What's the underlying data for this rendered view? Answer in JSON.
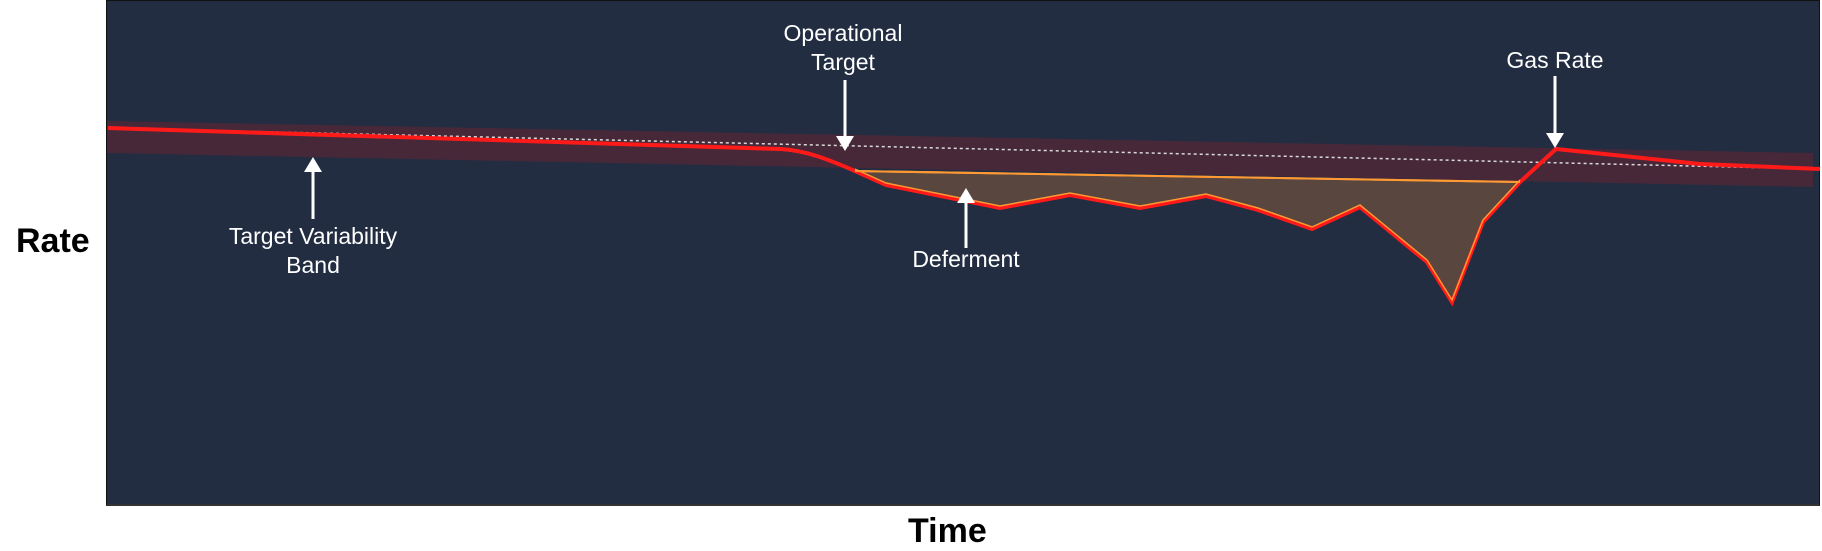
{
  "chart_data": {
    "type": "line",
    "title": "",
    "xlabel": "Time",
    "ylabel": "Rate",
    "grid": false,
    "legend": null,
    "series": [
      {
        "name": "Gas Rate",
        "color": "#ff1a1a",
        "description": "Actual gas rate; dips below target band (deferment) then recovers above target"
      },
      {
        "name": "Operational Target",
        "color": "#d9d9d9",
        "style": "dotted",
        "description": "Slowly declining target line"
      },
      {
        "name": "Target Variability Band",
        "color": "#4a2838",
        "description": "Shaded band around the operational target"
      },
      {
        "name": "Deferment",
        "color": "#58463f",
        "outline": "#ff9933",
        "description": "Shaded area between band lower bound and gas rate when rate falls below band"
      }
    ],
    "annotations": [
      {
        "text": "Operational Target",
        "arrow": "down",
        "target": "target line"
      },
      {
        "text": "Gas Rate",
        "arrow": "down",
        "target": "gas rate peak after recovery"
      },
      {
        "text": "Target Variability Band",
        "arrow": "up",
        "target": "band"
      },
      {
        "text": "Deferment",
        "arrow": "up",
        "target": "deferment area"
      }
    ]
  },
  "labels": {
    "y_axis": "Rate",
    "x_axis": "Time",
    "operational_target_line1": "Operational",
    "operational_target_line2": "Target",
    "gas_rate": "Gas Rate",
    "band_line1": "Target Variability",
    "band_line2": "Band",
    "deferment": "Deferment"
  },
  "colors": {
    "background": "#222d42",
    "band": "#4a2838",
    "gas_rate": "#ff1a1a",
    "deferment_fill": "#58463f",
    "deferment_outline": "#ff9933",
    "target": "#d9d9d9",
    "annotation": "#ffffff"
  }
}
